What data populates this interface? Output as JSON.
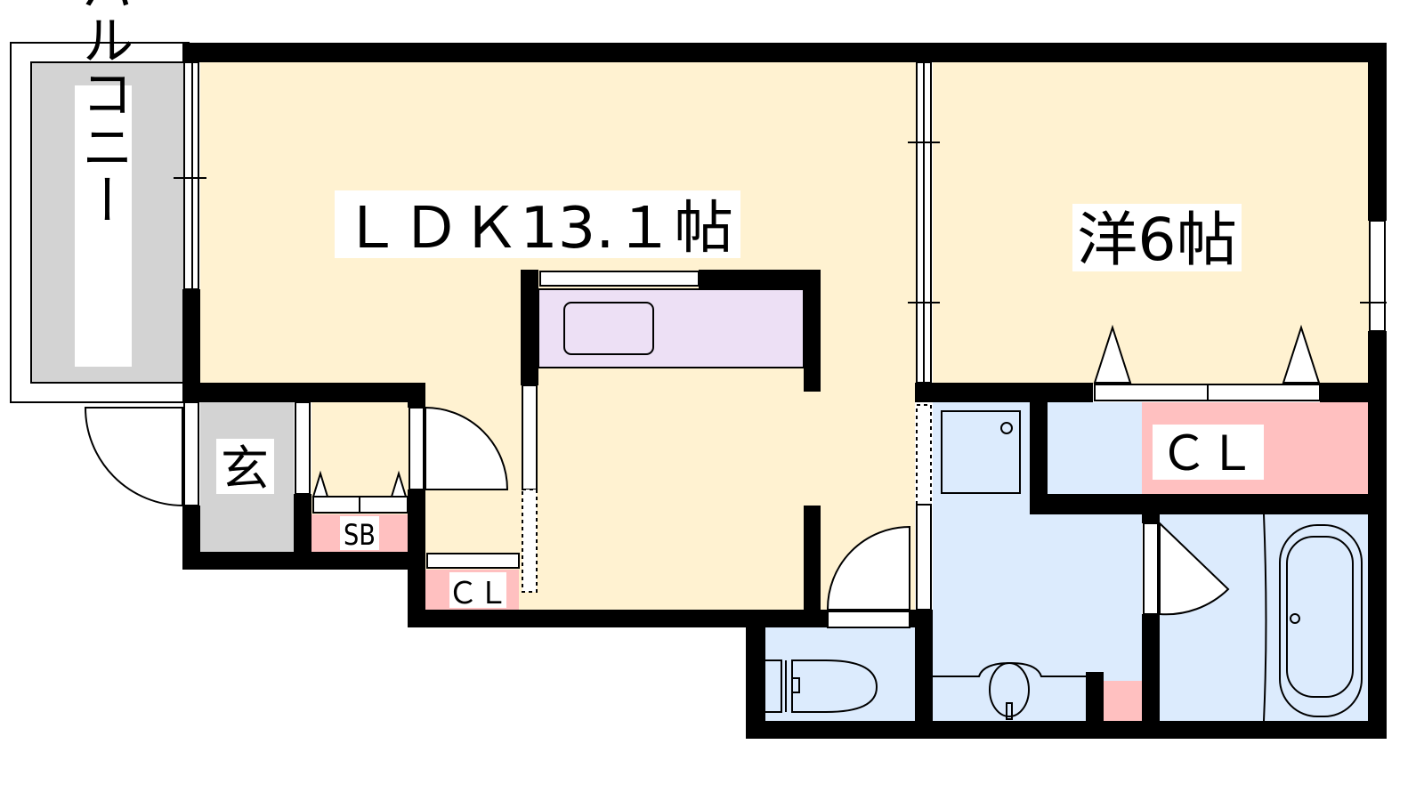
{
  "rooms": {
    "ldk": "ＬＤＫ13.１帖",
    "western": "洋6帖",
    "closet_main": "ＣＬ",
    "closet_small": "ＣＬ",
    "shoe_box": "SB",
    "entrance": "玄",
    "balcony": "バルコニー"
  },
  "colors": {
    "living": "#FFF2D1",
    "kitchen": "#EDE0F5",
    "wet": "#DCEBFD",
    "storage": "#FFC0C0",
    "exterior": "#D3D3D3",
    "wall": "#000000"
  }
}
